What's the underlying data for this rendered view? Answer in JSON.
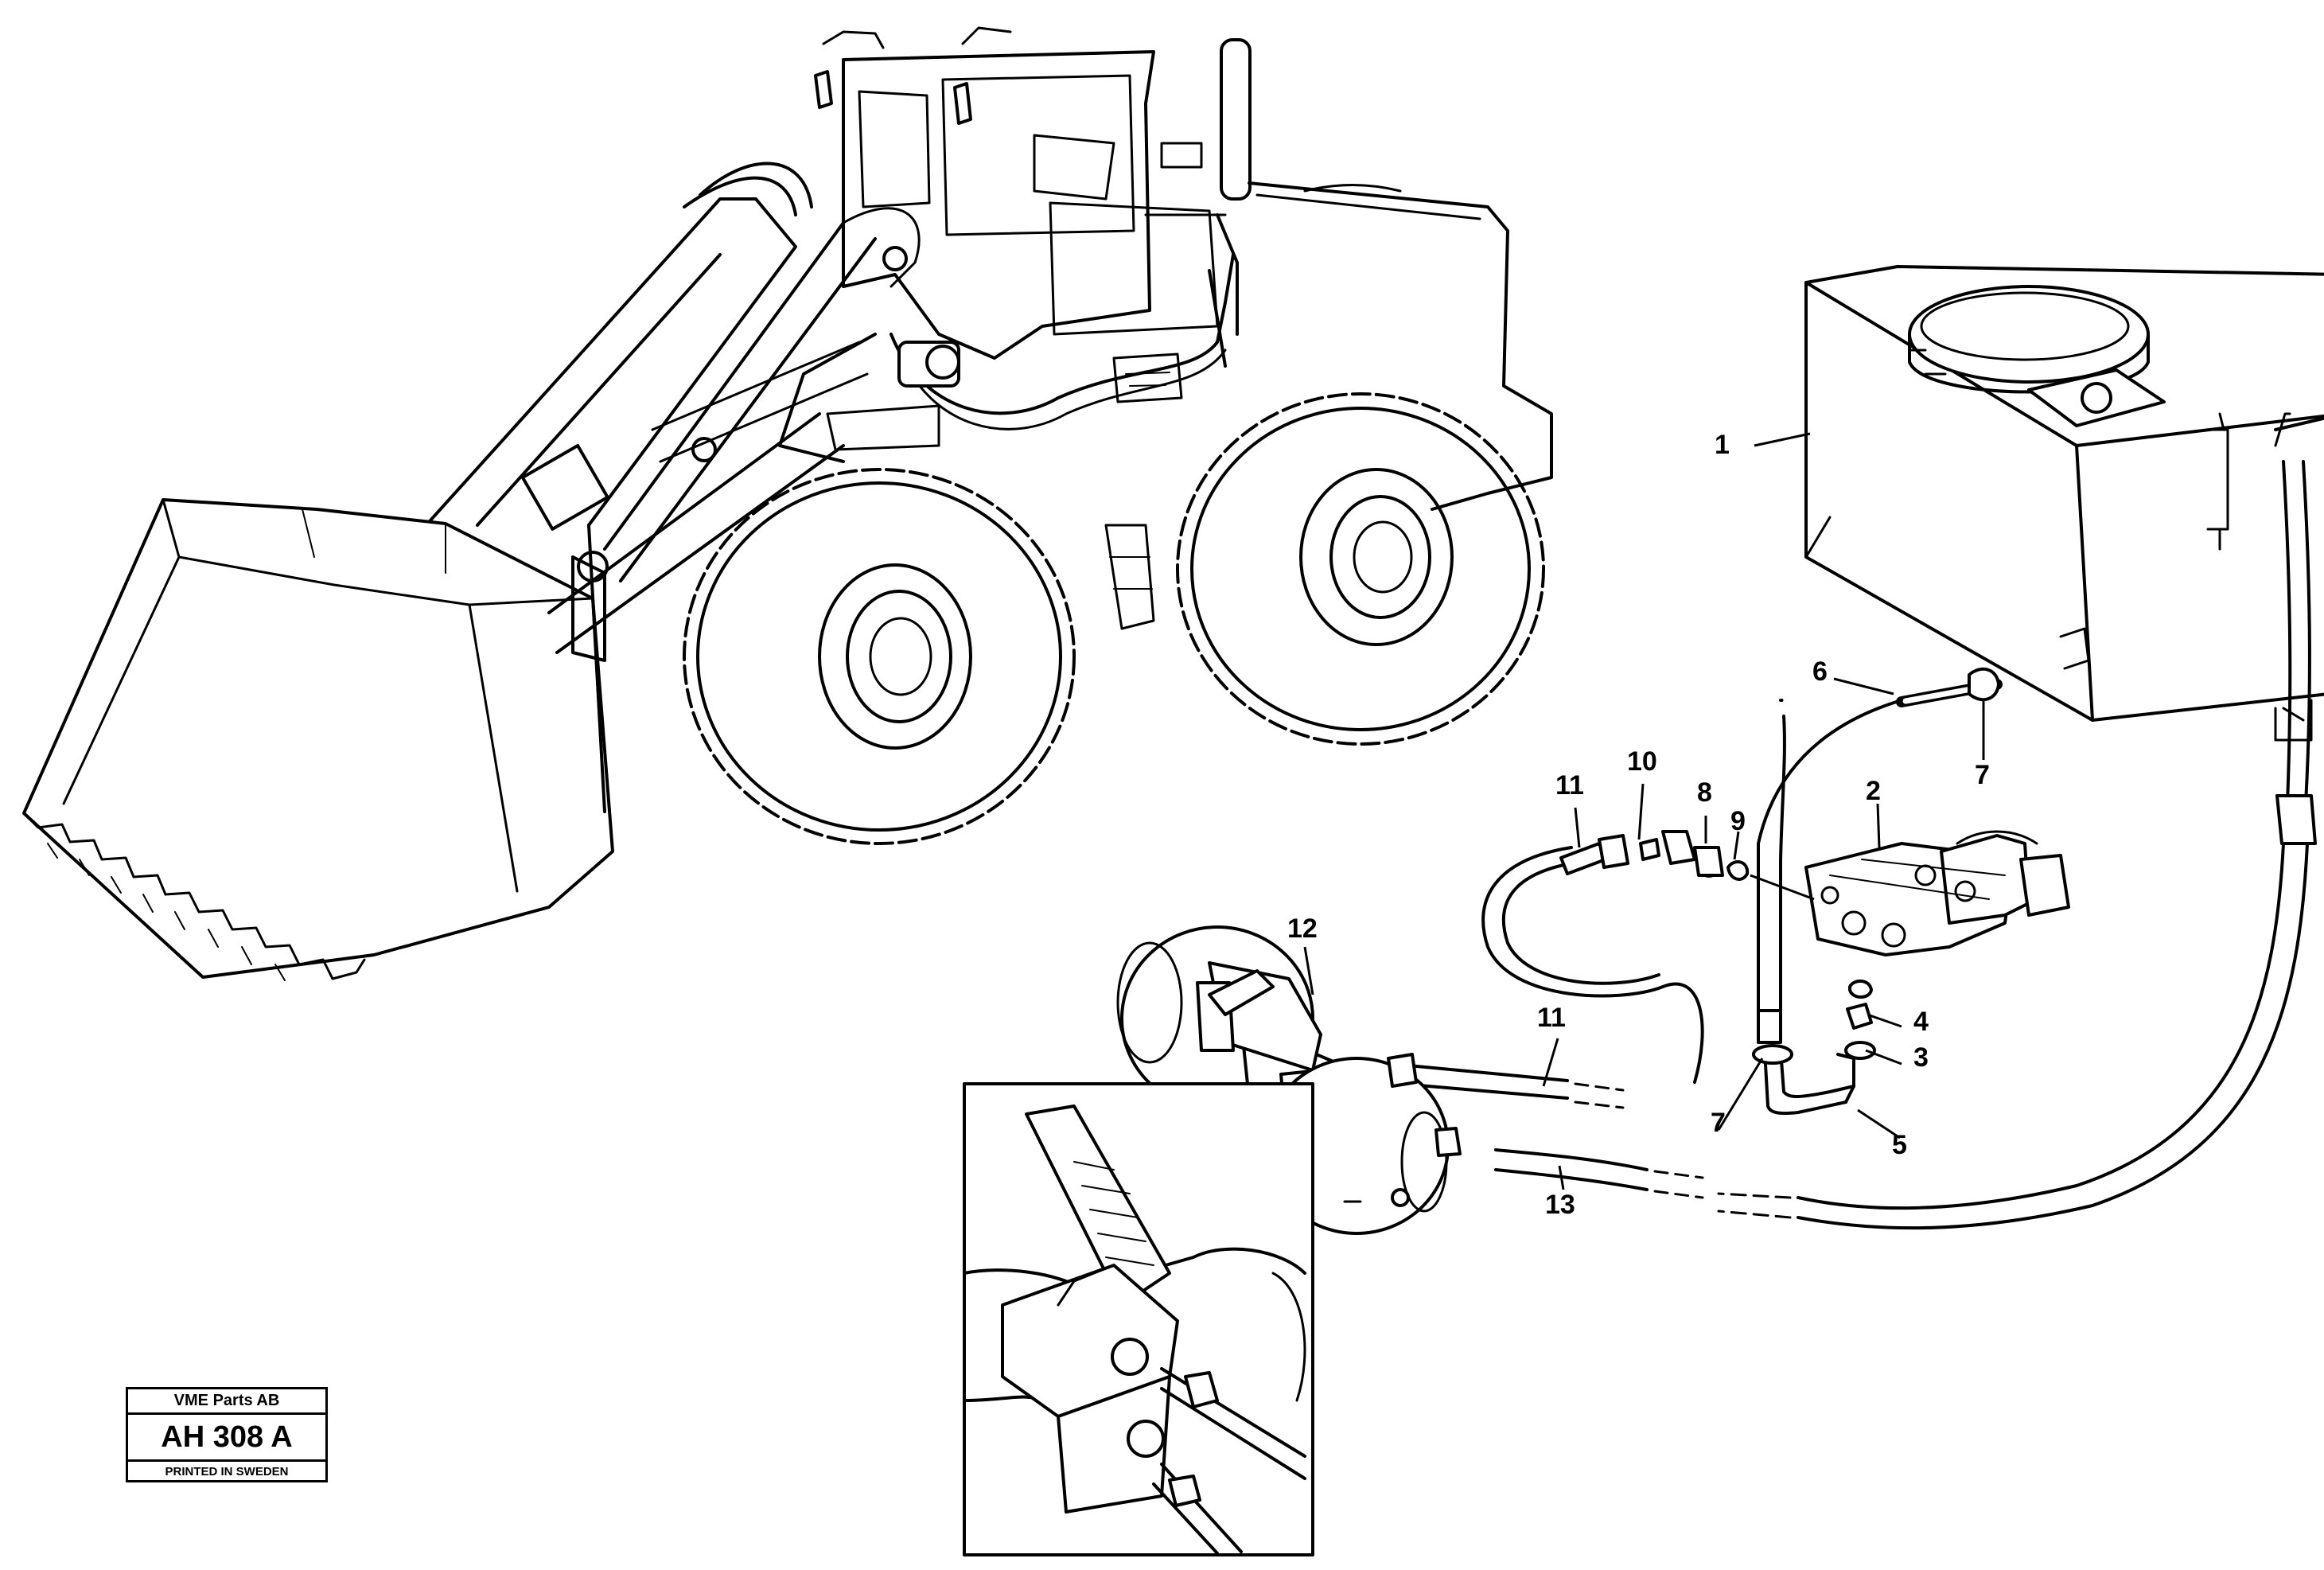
{
  "diagram": {
    "callouts": [
      {
        "id": "c1",
        "text": "1"
      },
      {
        "id": "c2",
        "text": "2"
      },
      {
        "id": "c3",
        "text": "3"
      },
      {
        "id": "c4",
        "text": "4"
      },
      {
        "id": "c5",
        "text": "5"
      },
      {
        "id": "c6",
        "text": "6"
      },
      {
        "id": "c7a",
        "text": "7"
      },
      {
        "id": "c7b",
        "text": "7"
      },
      {
        "id": "c8",
        "text": "8"
      },
      {
        "id": "c9",
        "text": "9"
      },
      {
        "id": "c10",
        "text": "10"
      },
      {
        "id": "c11a",
        "text": "11"
      },
      {
        "id": "c11b",
        "text": "11"
      },
      {
        "id": "c12",
        "text": "12"
      },
      {
        "id": "c13",
        "text": "13"
      }
    ]
  },
  "stamp": {
    "company": "VME Parts AB",
    "drawing_number": "AH 308 A",
    "printed": "PRINTED IN SWEDEN"
  }
}
